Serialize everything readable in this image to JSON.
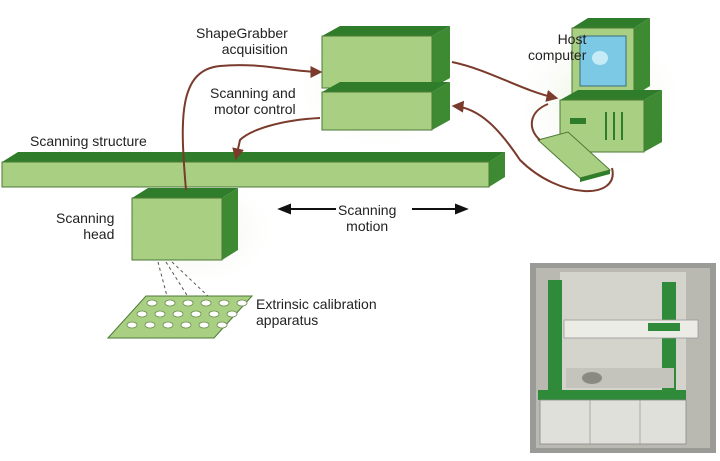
{
  "labels": {
    "acquisition": [
      "ShapeGrabber",
      "acquisition"
    ],
    "motor_control": [
      "Scanning and",
      "motor control"
    ],
    "host": [
      "Host",
      "computer"
    ],
    "structure": "Scanning structure",
    "head": [
      "Scanning",
      "head"
    ],
    "motion": [
      "Scanning",
      "motion"
    ],
    "calibration": [
      "Extrinsic calibration",
      "apparatus"
    ]
  },
  "colors": {
    "box_front": "#a9cf82",
    "box_top": "#2f7d2a",
    "box_side": "#3d8a33",
    "cable": "#7a3b2c",
    "glow": "#e8f0dc",
    "photo_green": "#2f8a3a"
  },
  "icons": [
    "computer-icon",
    "keyboard-icon",
    "mouse-icon",
    "arrow-icon"
  ]
}
